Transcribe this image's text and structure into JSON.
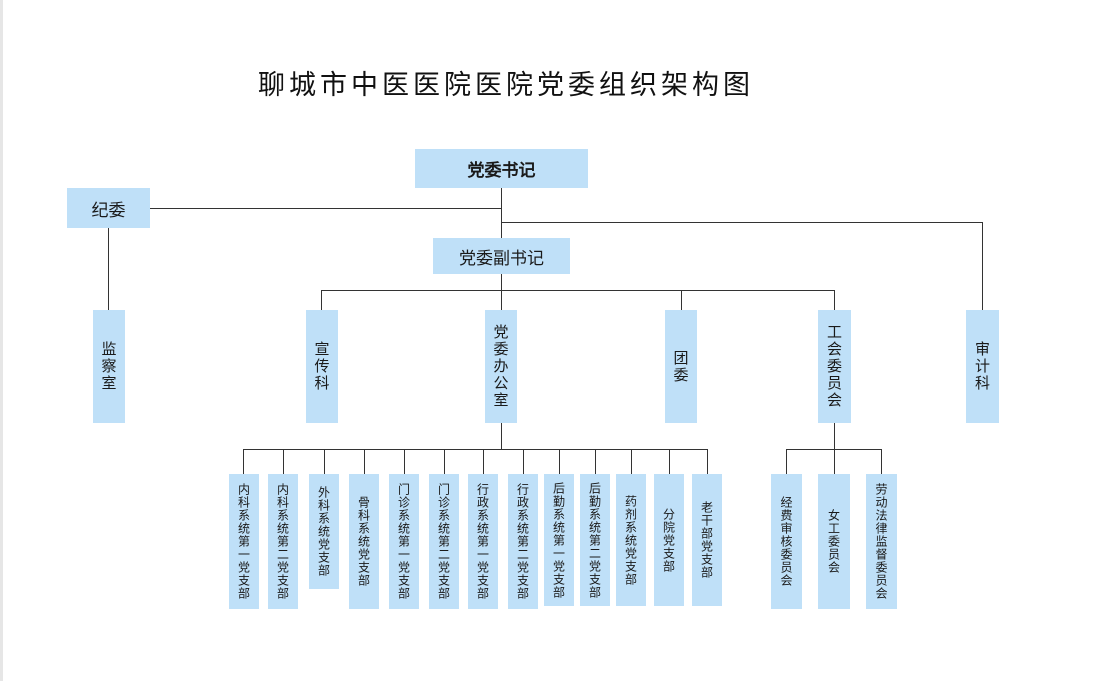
{
  "title": "聊城市中医医院医院党委组织架构图",
  "top": {
    "secretary": "党委书记",
    "discipline": "纪委",
    "deputy": "党委副书记"
  },
  "level2": {
    "supervision": "监察室",
    "publicity": "宣传科",
    "office": "党委办公室",
    "youth": "团委",
    "union": "工会委员会",
    "audit": "审计科"
  },
  "branches": [
    "内科系统第一党支部",
    "内科系统第二党支部",
    "外科系统党支部",
    "骨科系统党支部",
    "门诊系统第一党支部",
    "门诊系统第二党支部",
    "行政系统第一党支部",
    "行政系统第二党支部",
    "后勤系统第一党支部",
    "后勤系统第二党支部",
    "药剂系统党支部",
    "分院党支部",
    "老干部党支部"
  ],
  "union_committees": [
    "经费审核委员会",
    "女工委员会",
    "劳动法律监督委员会"
  ],
  "style": {
    "box_color": "#bfe0f8",
    "line_color": "#333333"
  }
}
